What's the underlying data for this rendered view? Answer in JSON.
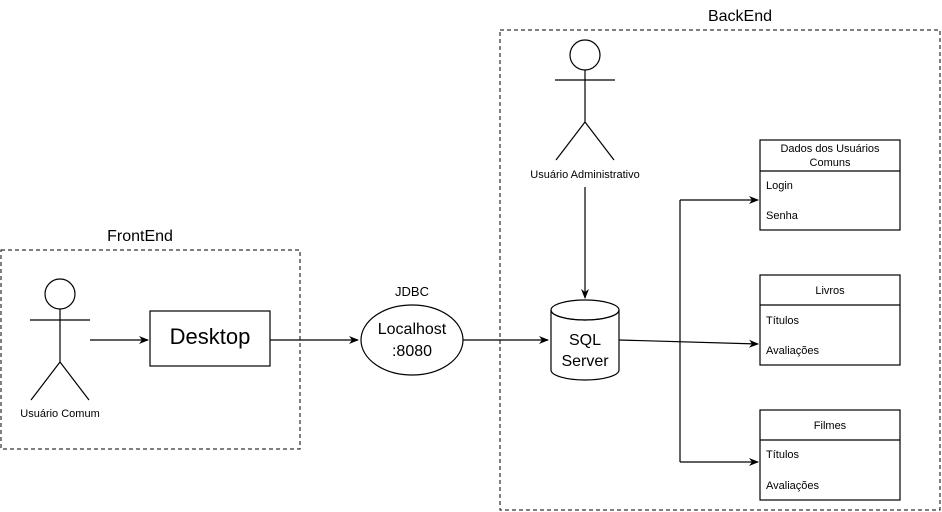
{
  "diagram": {
    "frontend": {
      "title": "FrontEnd",
      "actor_label": "Usuário Comum",
      "desktop_label": "Desktop"
    },
    "connector": {
      "label": "JDBC",
      "node_line1": "Localhost",
      "node_line2": ":8080"
    },
    "backend": {
      "title": "BackEnd",
      "admin_label": "Usuário Administrativo",
      "db_line1": "SQL",
      "db_line2": "Server",
      "tables": [
        {
          "title_line1": "Dados dos Usuários",
          "title_line2": "Comuns",
          "fields": [
            "Login",
            "Senha"
          ]
        },
        {
          "title_line1": "Livros",
          "title_line2": "",
          "fields": [
            "Títulos",
            "Avaliações"
          ]
        },
        {
          "title_line1": "Filmes",
          "title_line2": "",
          "fields": [
            "Títulos",
            "Avaliações"
          ]
        }
      ]
    }
  }
}
